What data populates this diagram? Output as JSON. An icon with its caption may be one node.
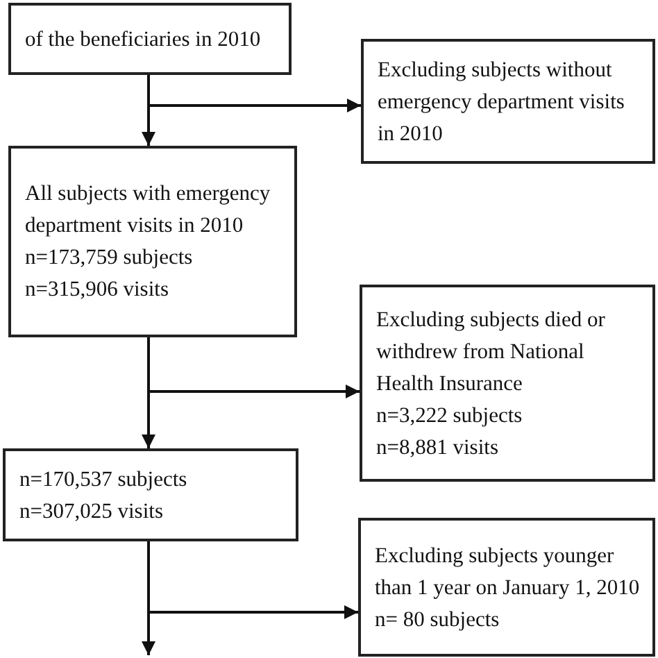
{
  "diagram": {
    "nodes": [
      {
        "text": [
          "of the beneficiaries in 2010"
        ]
      },
      {
        "text": [
          "Excluding subjects without emergency department visits in 2010"
        ]
      },
      {
        "text": [
          "All subjects with emergency department visits in 2010",
          "n=173,759 subjects",
          "n=315,906 visits"
        ]
      },
      {
        "text": [
          "Excluding subjects died or withdrew from National Health Insurance",
          "n=3,222 subjects",
          "n=8,881 visits"
        ]
      },
      {
        "text": [
          "n=170,537 subjects",
          "n=307,025 visits"
        ]
      },
      {
        "text": [
          "Excluding subjects younger than 1 year on January 1, 2010",
          "n= 80 subjects"
        ]
      }
    ],
    "edges": [
      {
        "from": 0,
        "to": 2,
        "arrow": "to"
      },
      {
        "from": 0,
        "to": 1,
        "arrow": "to"
      },
      {
        "from": 2,
        "to": 4,
        "arrow": "to"
      },
      {
        "from": 2,
        "to": 3,
        "arrow": "to"
      },
      {
        "from": 4,
        "to": 5,
        "arrow": "to"
      },
      {
        "from": 4,
        "to": null,
        "arrow": "to"
      }
    ]
  }
}
